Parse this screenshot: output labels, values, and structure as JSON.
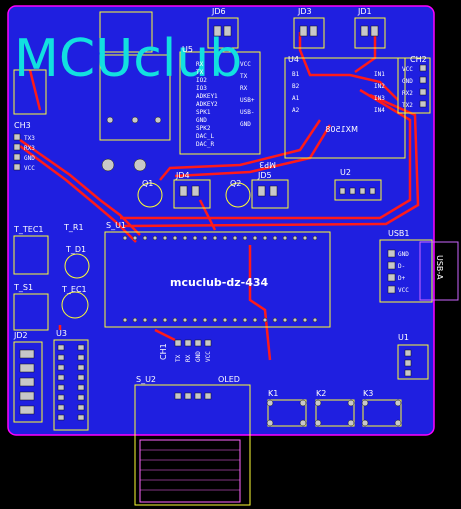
{
  "board": {
    "logo_text": "MCUclub",
    "chip_label": "mcuclub-dz-434",
    "colors": {
      "board": "#1f1fe0",
      "edge": "#ff00ff",
      "trace_red": "#ff1a1a",
      "silk_yellow": "#ffff33",
      "logo_cyan": "#12e0e0",
      "pad": "#c8c8c8"
    }
  },
  "labels": {
    "jd6": "JD6",
    "jd3": "JD3",
    "jd1": "JD1",
    "u4": "U4",
    "u5": "U5",
    "ch2": "CH2",
    "ch3": "CH3",
    "mx": "MX1508",
    "mp3": "MP3",
    "q1": "Q1",
    "q2": "Q2",
    "jd4": "JD4",
    "jd5": "JD5",
    "u2": "U2",
    "su1": "S_U1",
    "usb1": "USB1",
    "usba": "USB-A",
    "tec1": "T_TEC1",
    "tr1": "T_R1",
    "td1": "T_D1",
    "ts1": "T_S1",
    "tec1b": "T_EC1",
    "u3": "U3",
    "jd2": "JD2",
    "ch1": "CH1",
    "su2": "S_U2",
    "oled": "OLED",
    "u1": "U1",
    "k1": "K1",
    "k2": "K2",
    "k3": "K3",
    "gnd": "GND",
    "dminus": "D-",
    "dplus": "D+",
    "vcc": "VCC",
    "u5_left": [
      "RX",
      "TX",
      "IO2",
      "IO3",
      "ADKEY1",
      "ADKEY2",
      "SPK1",
      "GND",
      "SPK2",
      "DAC_L",
      "DAC_R"
    ],
    "u5_right": [
      "VCC",
      "TX",
      "RX",
      "USB+",
      "USB-",
      "GND"
    ],
    "ch2_pins": [
      "VCC",
      "GND",
      "RX2",
      "TX2"
    ],
    "ch3_pins": [
      "TX3",
      "RX3",
      "GND",
      "VCC"
    ],
    "u4_left": [
      "B1",
      "B2",
      "A1",
      "A2"
    ],
    "u4_right": [
      "IN1",
      "IN2",
      "IN3",
      "IN4"
    ],
    "ch1_pins": [
      "TX",
      "RX",
      "GND",
      "VCC"
    ]
  }
}
